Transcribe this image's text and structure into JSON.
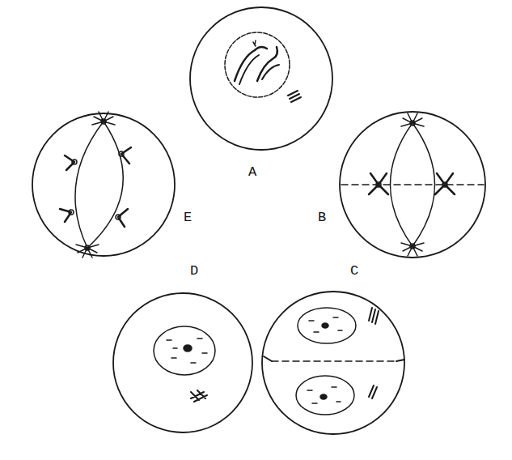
{
  "diagram": {
    "nodes": [
      {
        "text": [
          "A"
        ]
      },
      {
        "text": [
          "E"
        ]
      },
      {
        "text": [
          "B"
        ]
      },
      {
        "text": [
          "D"
        ]
      },
      {
        "text": [
          "C"
        ]
      }
    ]
  }
}
